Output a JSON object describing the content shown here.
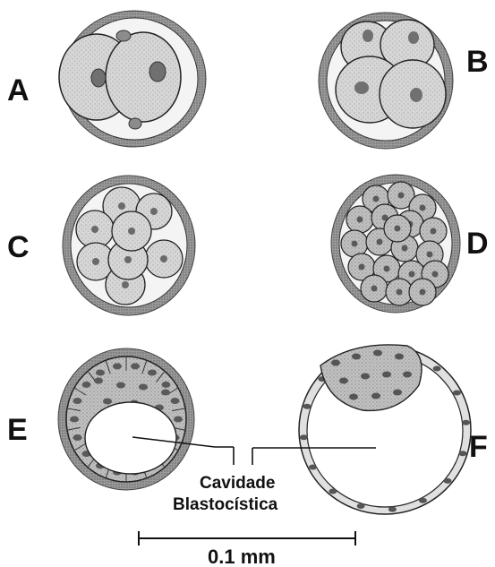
{
  "figure": {
    "panels": [
      {
        "id": "A",
        "label": "A",
        "stage": "2 cells"
      },
      {
        "id": "B",
        "label": "B",
        "stage": "4 cells"
      },
      {
        "id": "C",
        "label": "C",
        "stage": "8 cells"
      },
      {
        "id": "D",
        "label": "D",
        "stage": "morula"
      },
      {
        "id": "E",
        "label": "E",
        "stage": "early blastocyst"
      },
      {
        "id": "F",
        "label": "F",
        "stage": "late blastocyst"
      }
    ],
    "annotation": {
      "line1": "Cavidade",
      "line2": "Blastocística"
    },
    "scale_bar": {
      "label": "0.1 mm"
    },
    "colors": {
      "zona": "#8f8f8f",
      "cell_fill": "#d4d4d4",
      "nucleus": "#6c6c6c",
      "outline": "#2a2a2a"
    }
  }
}
